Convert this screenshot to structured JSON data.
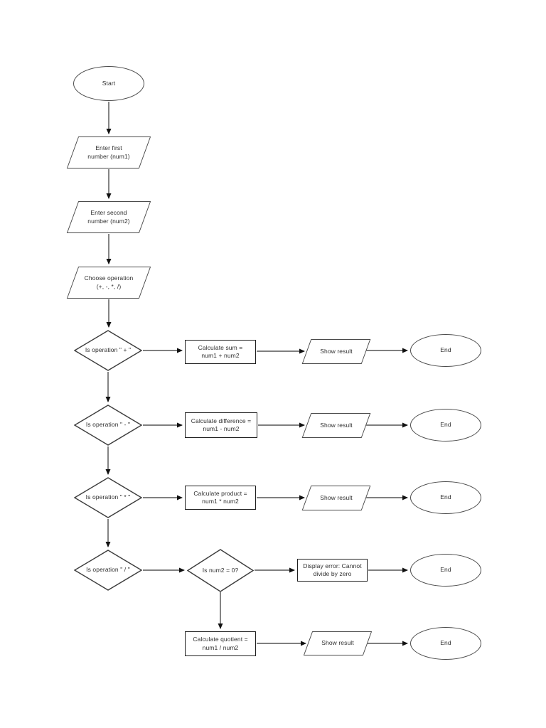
{
  "document": {
    "type": "flowchart",
    "title": "Simple calculator flowchart",
    "background": "#ffffff"
  },
  "colors": {
    "page_background": "#ffffff",
    "shape_border": "#4a4a4a",
    "process_border": "#1f1f1f",
    "connector_line": "#333333",
    "text": "#2e2e2e"
  },
  "nodes": {
    "start": {
      "shape": "terminator",
      "label": "Start"
    },
    "enter_num1": {
      "shape": "input",
      "label": "Enter first\nnumber (num1)"
    },
    "enter_num2": {
      "shape": "input",
      "label": "Enter second\nnumber (num2)"
    },
    "choose_op": {
      "shape": "input",
      "label": "Choose operation\n(+, -, *, /)"
    },
    "is_plus": {
      "shape": "decision",
      "label": "Is operation \" + \""
    },
    "calc_sum": {
      "shape": "process",
      "label": "Calculate sum =\nnum1 + num2"
    },
    "show_result_1": {
      "shape": "output",
      "label": "Show result"
    },
    "end_1": {
      "shape": "terminator",
      "label": "End"
    },
    "is_minus": {
      "shape": "decision",
      "label": "Is operation \" - \""
    },
    "calc_difference": {
      "shape": "process",
      "label": "Calculate difference =\nnum1 - num2"
    },
    "show_result_2": {
      "shape": "output",
      "label": "Show result"
    },
    "end_2": {
      "shape": "terminator",
      "label": "End"
    },
    "is_times": {
      "shape": "decision",
      "label": "Is operation \" * \""
    },
    "calc_product": {
      "shape": "process",
      "label": "Calculate product =\nnum1 * num2"
    },
    "show_result_3": {
      "shape": "output",
      "label": "Show result"
    },
    "end_3": {
      "shape": "terminator",
      "label": "End"
    },
    "is_divide": {
      "shape": "decision",
      "label": "Is operation \" / \""
    },
    "is_num2_zero": {
      "shape": "decision",
      "label": "Is num2 = 0?"
    },
    "display_error": {
      "shape": "process",
      "label": "Display error: Cannot\ndivide by zero"
    },
    "end_4": {
      "shape": "terminator",
      "label": "End"
    },
    "calc_quotient": {
      "shape": "process",
      "label": "Calculate quotient =\nnum1 / num2"
    },
    "show_result_4": {
      "shape": "output",
      "label": "Show result"
    },
    "end_5": {
      "shape": "terminator",
      "label": "End"
    }
  }
}
